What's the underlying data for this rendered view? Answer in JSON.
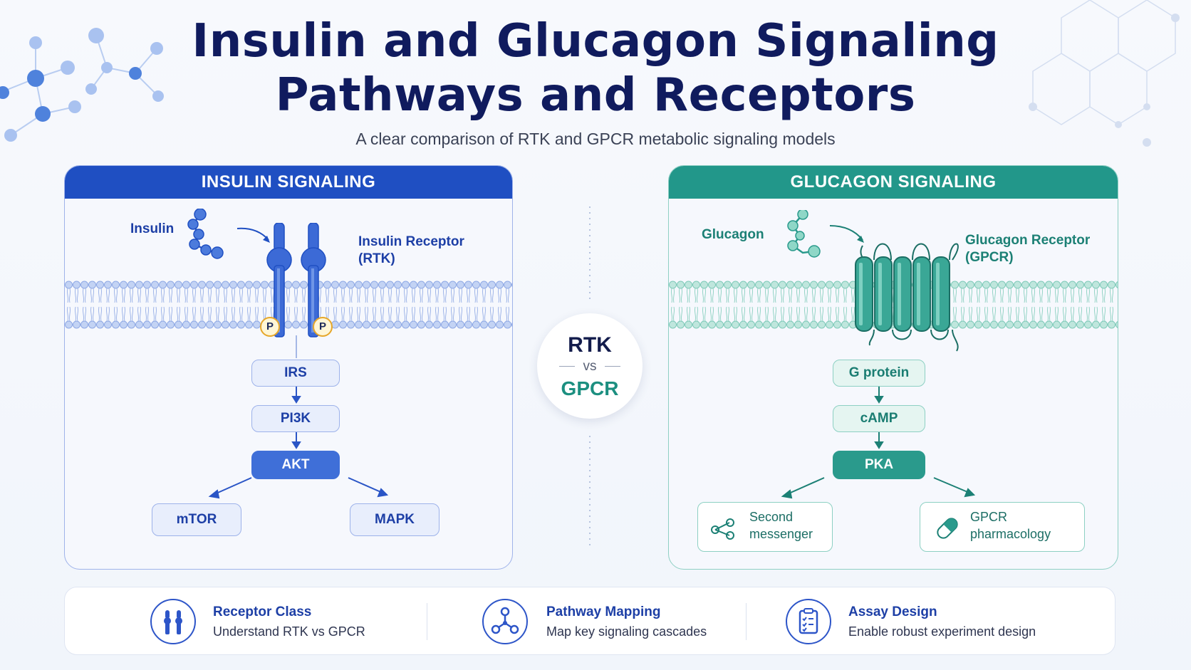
{
  "title_line1": "Insulin and Glucagon Signaling",
  "title_line2": "Pathways and Receptors",
  "subtitle": "A clear comparison of RTK and GPCR metabolic signaling models",
  "insulin": {
    "header": "INSULIN SIGNALING",
    "ligand_label": "Insulin",
    "receptor_label_1": "Insulin Receptor",
    "receptor_label_2": "(RTK)",
    "phospho": "P",
    "cascade": [
      "IRS",
      "PI3K",
      "AKT"
    ],
    "branches": [
      "mTOR",
      "MAPK"
    ]
  },
  "glucagon": {
    "header": "GLUCAGON SIGNALING",
    "ligand_label": "Glucagon",
    "receptor_label_1": "Glucagon Receptor",
    "receptor_label_2": "(GPCR)",
    "cascade": [
      "G protein",
      "cAMP",
      "PKA"
    ],
    "branch_left_1": "Second",
    "branch_left_2": "messenger",
    "branch_right_1": "GPCR",
    "branch_right_2": "pharmacology"
  },
  "comparison": {
    "top": "RTK",
    "middle": "vs",
    "bottom": "GPCR"
  },
  "features": [
    {
      "title": "Receptor Class",
      "desc": "Understand RTK vs GPCR",
      "icon": "receptor-icon"
    },
    {
      "title": "Pathway Mapping",
      "desc": "Map key signaling cascades",
      "icon": "network-icon"
    },
    {
      "title": "Assay Design",
      "desc": "Enable robust experiment design",
      "icon": "clipboard-check-icon"
    }
  ],
  "colors": {
    "insulin": "#1f4fc2",
    "glucagon": "#22978a",
    "title": "#101b5e"
  }
}
